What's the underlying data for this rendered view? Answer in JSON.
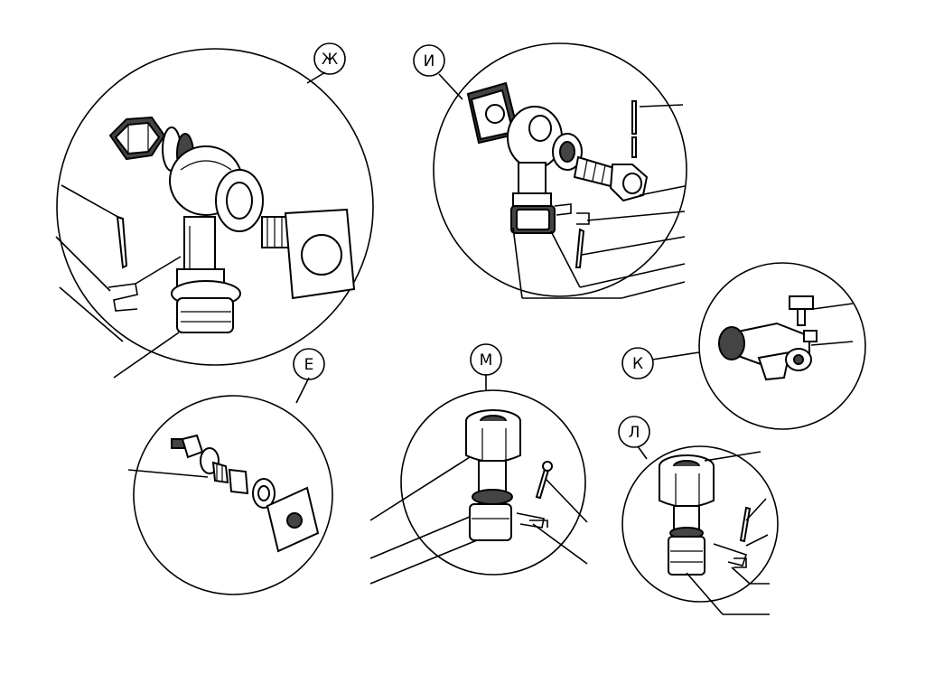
{
  "diagram": {
    "detail_labels": {
      "zh": "Ж",
      "i": "И",
      "k": "К",
      "e": "Е",
      "m": "М",
      "l": "Л"
    },
    "colors": {
      "ink": "#000000",
      "paper": "#ffffff",
      "shade": "#444444"
    }
  }
}
